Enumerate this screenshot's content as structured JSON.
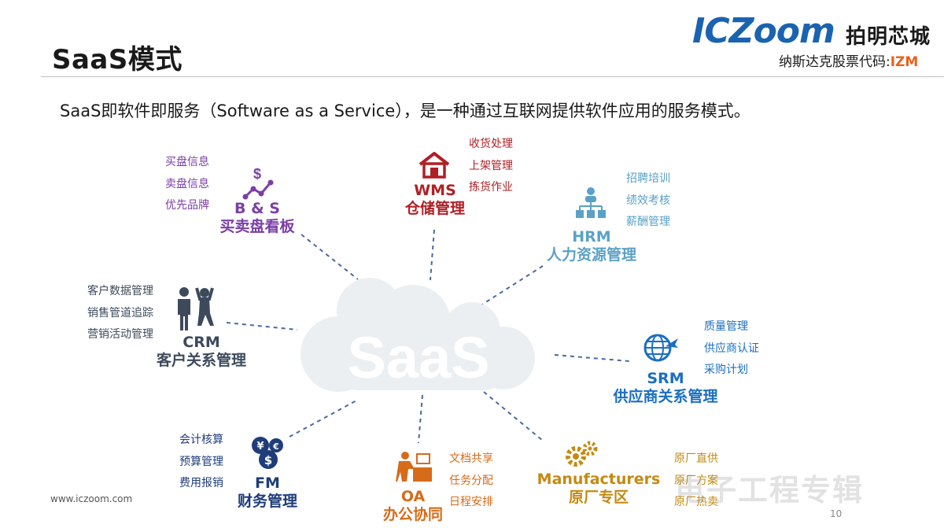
{
  "header": {
    "title": "SaaS模式",
    "logo_brand": "ICZoom",
    "logo_cn": "拍明芯城",
    "logo_ticker_label": "纳斯达克股票代码:",
    "logo_ticker": "IZM"
  },
  "subtitle": "SaaS即软件即服务（Software as a Service），是一种通过互联网提供软件应用的服务模式。",
  "center": {
    "label": "SaaS"
  },
  "modules": {
    "bs": {
      "abbr": "B & S",
      "name": "买卖盘看板",
      "items": [
        "买盘信息",
        "卖盘信息",
        "优先品牌"
      ],
      "color": "#7b3fa8"
    },
    "wms": {
      "abbr": "WMS",
      "name": "仓储管理",
      "items": [
        "收货处理",
        "上架管理",
        "拣货作业"
      ],
      "color": "#b01f24"
    },
    "hrm": {
      "abbr": "HRM",
      "name": "人力资源管理",
      "items": [
        "招聘培训",
        "绩效考核",
        "薪酬管理"
      ],
      "color": "#5aa1c8"
    },
    "crm": {
      "abbr": "CRM",
      "name": "客户关系管理",
      "items": [
        "客户数据管理",
        "销售管道追踪",
        "营销活动管理"
      ],
      "color": "#3d4a5c"
    },
    "srm": {
      "abbr": "SRM",
      "name": "供应商关系管理",
      "items": [
        "质量管理",
        "供应商认证",
        "采购计划"
      ],
      "color": "#1a6fc2"
    },
    "fm": {
      "abbr": "FM",
      "name": "财务管理",
      "items": [
        "会计核算",
        "预算管理",
        "费用报销"
      ],
      "color": "#1f3d7a"
    },
    "oa": {
      "abbr": "OA",
      "name": "办公协同",
      "items": [
        "文档共享",
        "任务分配",
        "日程安排"
      ],
      "color": "#d66b1a"
    },
    "mfr": {
      "abbr": "Manufacturers",
      "name": "原厂专区",
      "items": [
        "原厂直供",
        "原厂方案",
        "原厂热卖"
      ],
      "color": "#c48a12"
    }
  },
  "footer": {
    "website": "www.iczoom.com",
    "page_number": "10",
    "watermark": "电子工程专辑"
  }
}
